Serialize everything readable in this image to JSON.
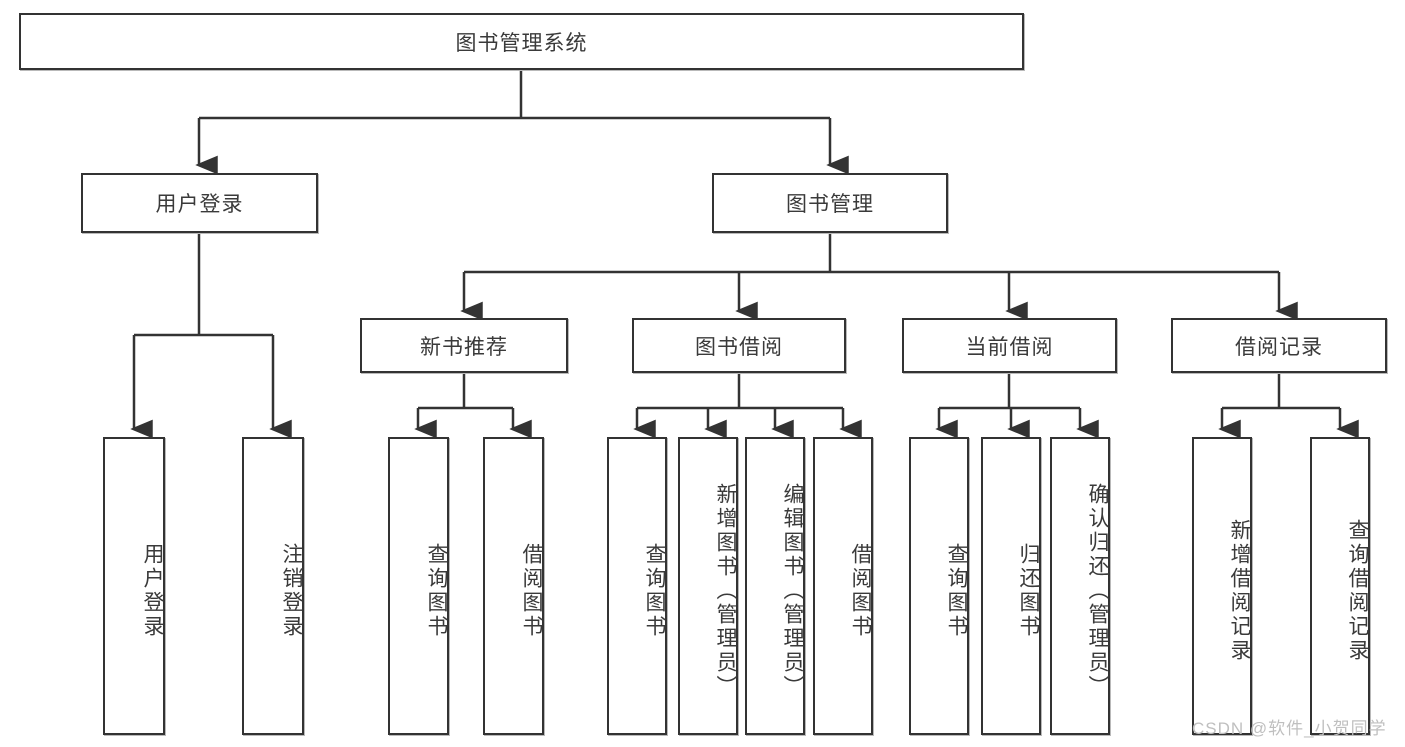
{
  "diagram": {
    "title": "图书管理系统",
    "orientation": "top-down tree",
    "levels": 4,
    "root": {
      "label": "图书管理系统"
    },
    "level2": [
      {
        "label": "用户登录"
      },
      {
        "label": "图书管理"
      }
    ],
    "level3": [
      {
        "label": "新书推荐"
      },
      {
        "label": "图书借阅"
      },
      {
        "label": "当前借阅"
      },
      {
        "label": "借阅记录"
      }
    ],
    "leaves": {
      "user_login": [
        {
          "label": "用户登录"
        },
        {
          "label": "注销登录"
        }
      ],
      "new_book_recommend": [
        {
          "label": "查询图书"
        },
        {
          "label": "借阅图书"
        }
      ],
      "book_borrow": [
        {
          "label": "查询图书"
        },
        {
          "label": "新增图书（管理员）"
        },
        {
          "label": "编辑图书（管理员）"
        },
        {
          "label": "借阅图书"
        }
      ],
      "current_borrow": [
        {
          "label": "查询图书"
        },
        {
          "label": "归还图书"
        },
        {
          "label": "确认归还（管理员）"
        }
      ],
      "borrow_record": [
        {
          "label": "新增借阅记录"
        },
        {
          "label": "查询借阅记录"
        }
      ]
    }
  },
  "watermark": {
    "text": "CSDN @软件_小贺同学"
  },
  "colors": {
    "stroke": "#333333",
    "box_fill": "#ffffff",
    "text": "#3a3a3a",
    "watermark": "#bfbfbf",
    "background": "#ffffff"
  }
}
